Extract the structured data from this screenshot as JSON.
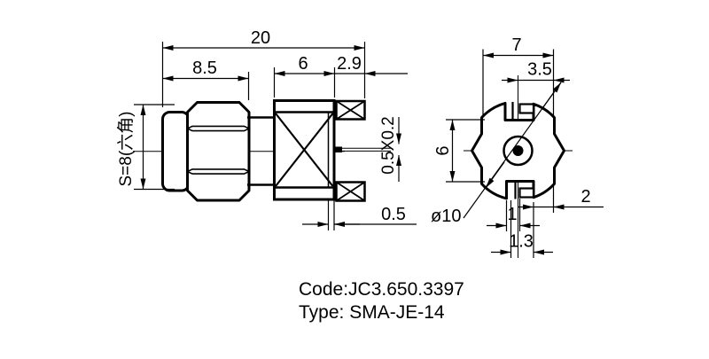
{
  "colors": {
    "ink": "#000000",
    "background": "#ffffff"
  },
  "side_view": {
    "dim_total_length": "20",
    "dim_front_length": "8.5",
    "dim_body_length": "6",
    "dim_tab_length": "2.9",
    "dim_hex_flats": "S=8(六角)",
    "dim_pin_tail": "0.5X0.2",
    "dim_wall_thickness": "0.5"
  },
  "end_view": {
    "dim_across_flats_width": "7",
    "dim_half_width": "3.5",
    "dim_flat_height": "6",
    "dim_flange_diameter": "ø10",
    "dim_edge_offset": "2",
    "dim_slot_inner": "1",
    "dim_slot_outer": "1.3"
  },
  "footer": {
    "code_line": "Code:JC3.650.3397",
    "type_line": "Type: SMA-JE-14"
  }
}
